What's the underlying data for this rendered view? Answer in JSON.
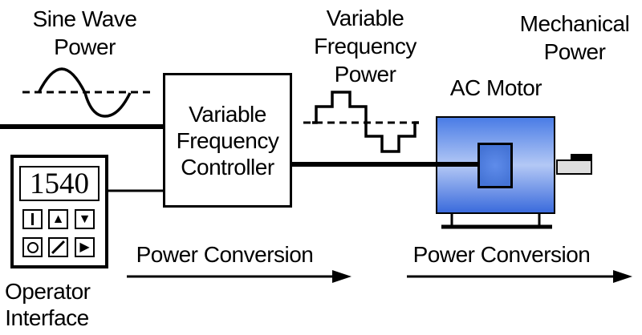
{
  "labels": {
    "sine_wave_power": [
      "Sine Wave",
      "Power"
    ],
    "variable_frequency_power": [
      "Variable",
      "Frequency",
      "Power"
    ],
    "mechanical_power": [
      "Mechanical",
      "Power"
    ],
    "ac_motor": "AC Motor",
    "controller": [
      "Variable",
      "Frequency",
      "Controller"
    ],
    "power_conversion_left": "Power Conversion",
    "power_conversion_right": "Power Conversion",
    "operator_interface": [
      "Operator",
      "Interface"
    ]
  },
  "operator_panel": {
    "display_value": "1540",
    "buttons": [
      {
        "name": "start",
        "icon": "vertical-bar-icon"
      },
      {
        "name": "increase",
        "icon": "triangle-up-icon",
        "glyph": "▲"
      },
      {
        "name": "decrease",
        "icon": "triangle-down-icon",
        "glyph": "▼"
      },
      {
        "name": "stop",
        "icon": "circle-icon"
      },
      {
        "name": "jog",
        "icon": "slash-icon"
      },
      {
        "name": "forward",
        "icon": "triangle-right-icon",
        "glyph": "▶"
      }
    ]
  },
  "colors": {
    "line": "#000000",
    "background": "#ffffff",
    "motor_body_top": "#4a7ce6",
    "motor_body_middle": "#b3c8f5",
    "motor_body_bottom": "#3b6bdc",
    "motor_rotor": "#4574d6",
    "motor_rotor_center": "#5f8cea",
    "shaft_fill": "#dedede"
  }
}
